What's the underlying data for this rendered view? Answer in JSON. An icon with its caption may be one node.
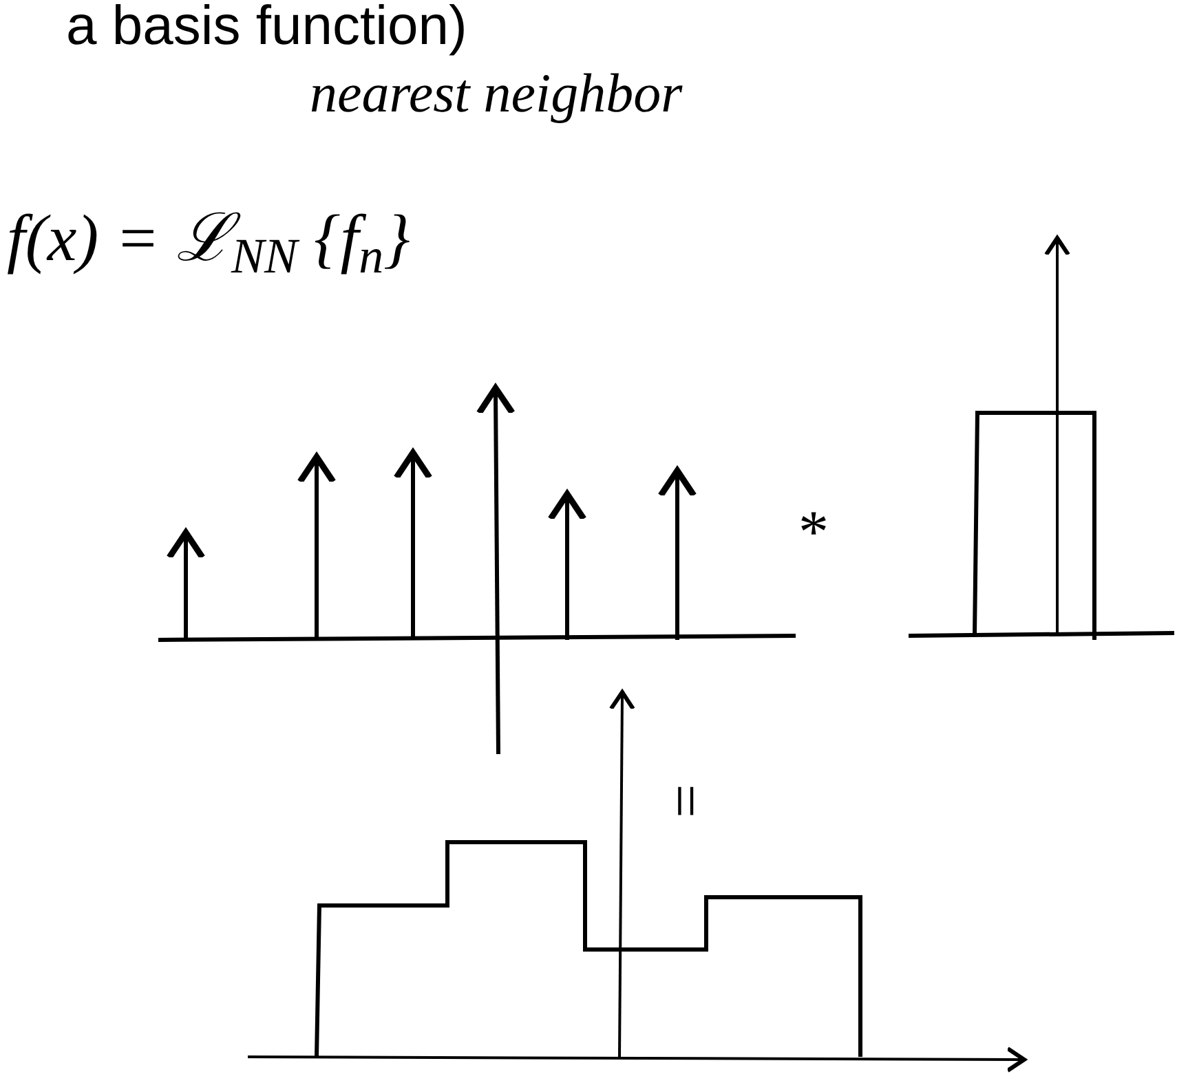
{
  "diagram": {
    "title": "a basis function)",
    "labels": [
      "nearest neighbor",
      "f(x) = ℒ$_{NN}$ {f$_{n}$}",
      "*",
      "="
    ]
  }
}
